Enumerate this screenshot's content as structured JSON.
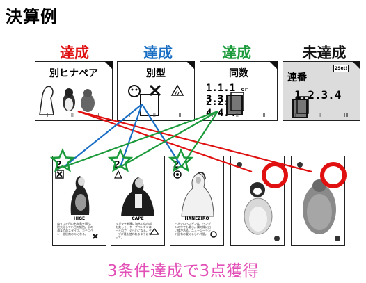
{
  "title": "決算例",
  "status_labels": [
    {
      "text": "達成",
      "color": "#e01010"
    },
    {
      "text": "達成",
      "color": "#1a6fc4"
    },
    {
      "text": "達成",
      "color": "#1a9a3a"
    },
    {
      "text": "未達成",
      "color": "#111111"
    }
  ],
  "goals": [
    {
      "label": "別ヒナペア"
    },
    {
      "label": "別型"
    },
    {
      "label": "同数",
      "line1": "1.1.1",
      "or": "or",
      "line1b": "3.3.3",
      "line2": "2.2.2",
      "line2b": "4.4.4"
    },
    {
      "label": "連番",
      "badge": "2Set!",
      "line1": "1.2.3.4"
    }
  ],
  "cards": [
    {
      "number": "2",
      "name": "HIGE",
      "text": "肩イワキ目の名海鳥を通り、肥大化してい目の細胞。羽の海までのスタイブ、カテロペン・北極南のみになる。",
      "suit": "✕"
    },
    {
      "number": "2",
      "name": "CAPE",
      "text": "リガラを新陳に海水の体内部を美しく、ケープペンギンは一ヶ月で、ぐらいになる。ケープが最も使われるようになって。",
      "suit": "△"
    },
    {
      "number": "2",
      "name": "HANEZIRO",
      "text": "ハネジロペンギンは、ペンギンの中でも最小。翼の縁に白い線がある。ニュージーランド固有の愛くるしい仲間。",
      "suit": "●"
    },
    {
      "number": "",
      "name": "",
      "text": "",
      "suit": ""
    },
    {
      "number": "",
      "name": "",
      "text": "",
      "suit": ""
    }
  ],
  "footer": "3条件達成で3点獲得",
  "colors": {
    "red": "#e01010",
    "blue": "#1a6fc4",
    "green": "#1a9a3a",
    "pink": "#e24fb6"
  }
}
